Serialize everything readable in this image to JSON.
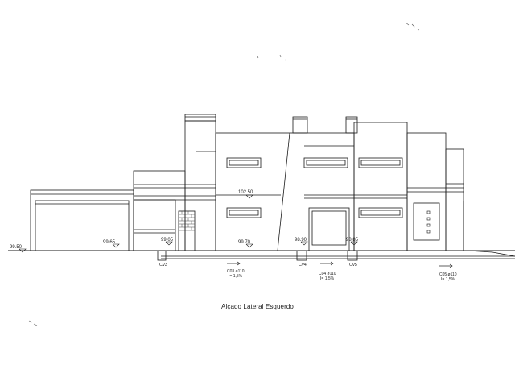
{
  "drawing": {
    "caption": "Alçado Lateral Esquerdo",
    "levels": {
      "l_9950": "99.50",
      "l_9965": "99.65",
      "l_9905": "99.05",
      "l_10250": "102.50",
      "l_9970": "99.70",
      "l_9890": "98.90",
      "l_9885": "98.85"
    },
    "boxes": {
      "cv3": "Cv3",
      "cv4": "Cv4",
      "cv5": "Cv5"
    },
    "pipes": {
      "p1": {
        "name": "C03 ø110",
        "slope": "I= 1,5%"
      },
      "p2": {
        "name": "C04 ø110",
        "slope": "I= 1,5%"
      },
      "p3": {
        "name": "C05 ø110",
        "slope": "I= 1,5%"
      }
    }
  }
}
